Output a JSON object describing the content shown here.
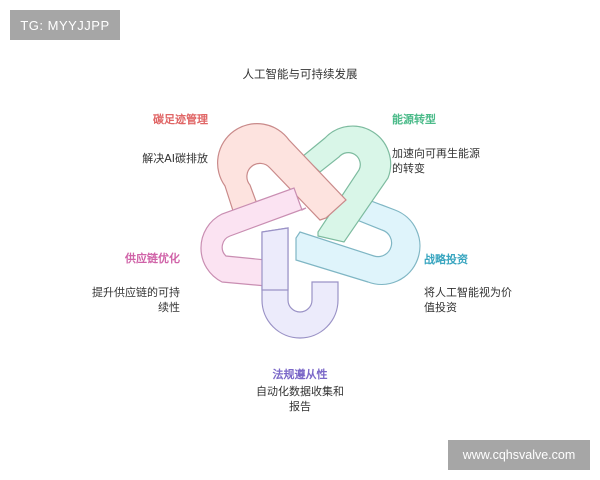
{
  "watermarks": {
    "top_left": "TG: MYYJJPP",
    "bottom_right": "www.cqhsvalve.com"
  },
  "diagram": {
    "title": "人工智能与可持续发展",
    "nodes": [
      {
        "id": "carbon",
        "category": "碳足迹管理",
        "description": "解决AI碳排放",
        "color": "#e06666",
        "fill": "#fde3df",
        "stroke": "#c98a8a"
      },
      {
        "id": "energy",
        "category": "能源转型",
        "description_lines": [
          "加速向可再生能源",
          "的转变"
        ],
        "color": "#4cbb8a",
        "fill": "#d9f6e8",
        "stroke": "#7dbb9f"
      },
      {
        "id": "invest",
        "category": "战略投资",
        "description_lines": [
          "将人工智能视为价",
          "值投资"
        ],
        "color": "#3aa6c0",
        "fill": "#dff4fb",
        "stroke": "#7fb6c4"
      },
      {
        "id": "compliance",
        "category": "法规遵从性",
        "description_lines": [
          "自动化数据收集和",
          "报告"
        ],
        "color": "#7b68c8",
        "fill": "#ecebfb",
        "stroke": "#9a92c6"
      },
      {
        "id": "supply",
        "category": "供应链优化",
        "description_lines": [
          "提升供应链的可持",
          "续性"
        ],
        "color": "#d063a8",
        "fill": "#fbe3f2",
        "stroke": "#c98eb2"
      }
    ]
  }
}
